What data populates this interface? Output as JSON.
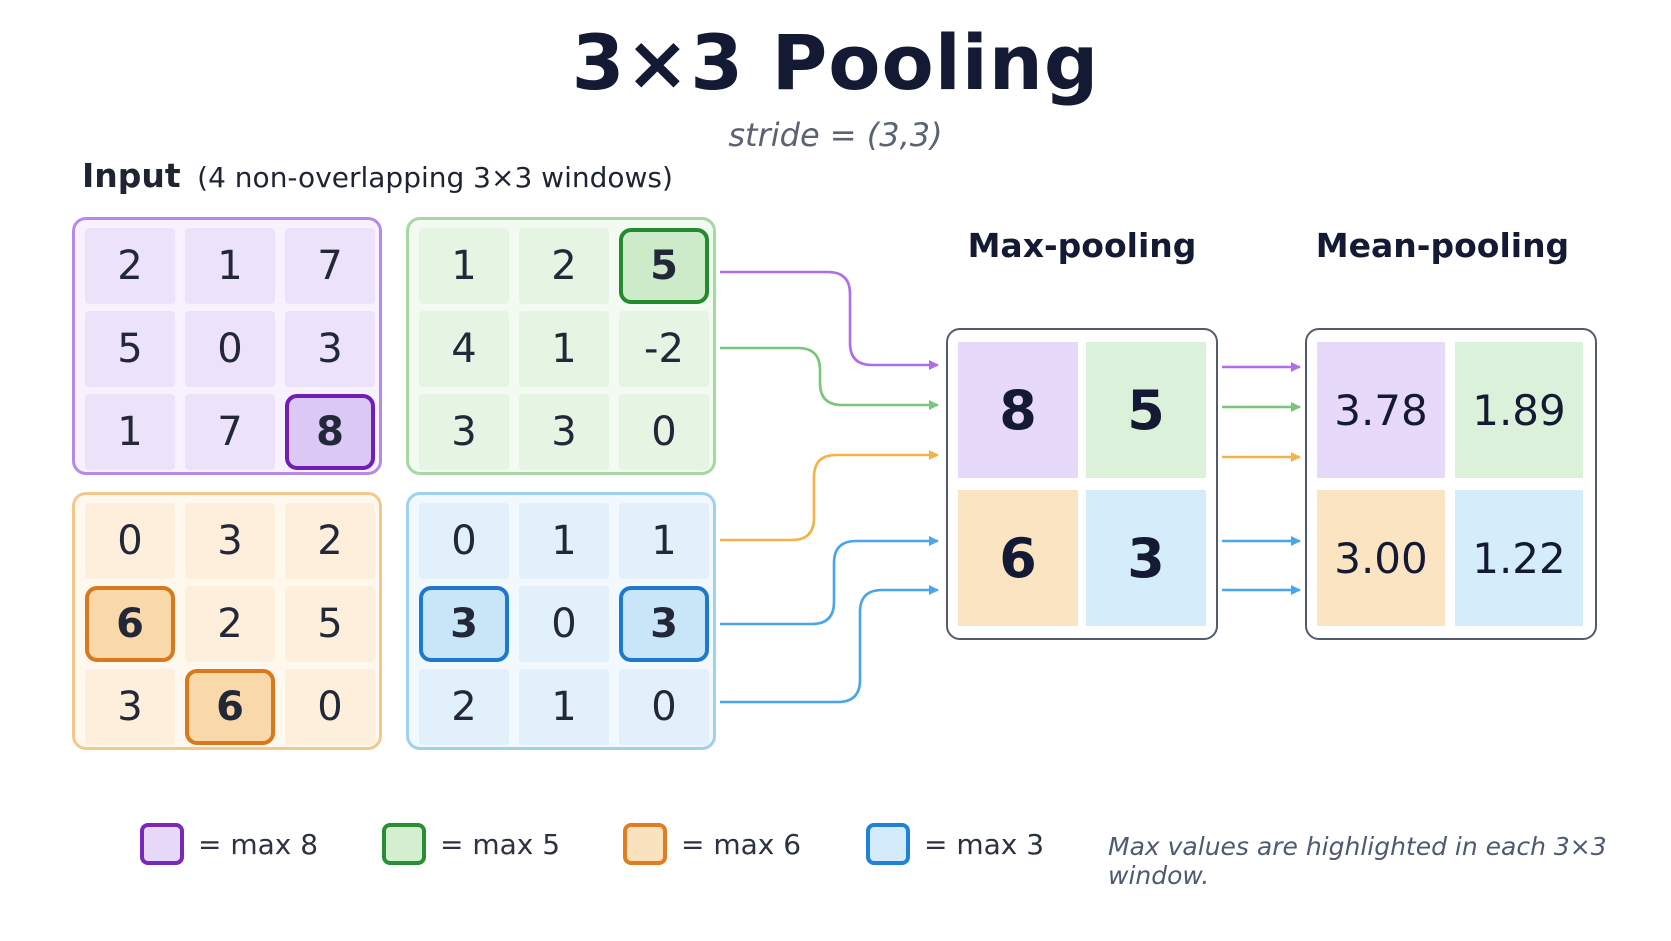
{
  "title": "3×3 Pooling",
  "subtitle": "stride = (3,3)",
  "input_heading": {
    "bold": "Input",
    "note": "(4 non-overlapping 3×3 windows)"
  },
  "windows": [
    {
      "id": "purple",
      "border": "#b68be8",
      "bg": "#f7f2fd",
      "cell": "#ece3fa",
      "hl_border": "#6f1fb3",
      "hl_bg": "#dcc8f5",
      "cells": [
        [
          "2",
          "1",
          "7"
        ],
        [
          "5",
          "0",
          "3"
        ],
        [
          "1",
          "7",
          "8"
        ]
      ],
      "highlights": [
        [
          2,
          2
        ]
      ]
    },
    {
      "id": "green",
      "border": "#a6d8a4",
      "bg": "#f3faf2",
      "cell": "#e6f4e4",
      "hl_border": "#238a2d",
      "hl_bg": "#cdebc9",
      "cells": [
        [
          "1",
          "2",
          "5"
        ],
        [
          "4",
          "1",
          "-2"
        ],
        [
          "3",
          "3",
          "0"
        ]
      ],
      "highlights": [
        [
          0,
          2
        ]
      ]
    },
    {
      "id": "orange",
      "border": "#f3c98b",
      "bg": "#fff8ee",
      "cell": "#fdefdb",
      "hl_border": "#d9781c",
      "hl_bg": "#f9d9aa",
      "cells": [
        [
          "0",
          "3",
          "2"
        ],
        [
          "6",
          "2",
          "5"
        ],
        [
          "3",
          "6",
          "0"
        ]
      ],
      "highlights": [
        [
          1,
          0
        ],
        [
          2,
          1
        ]
      ]
    },
    {
      "id": "blue",
      "border": "#9fd0f0",
      "bg": "#f1f8fe",
      "cell": "#e1f0fb",
      "hl_border": "#1f78cf",
      "hl_bg": "#c9e6f9",
      "cells": [
        [
          "0",
          "1",
          "1"
        ],
        [
          "3",
          "0",
          "3"
        ],
        [
          "2",
          "1",
          "0"
        ]
      ],
      "highlights": [
        [
          1,
          0
        ],
        [
          1,
          2
        ]
      ]
    }
  ],
  "max_pooling": {
    "label": "Max-pooling",
    "values": [
      "8",
      "5",
      "6",
      "3"
    ]
  },
  "mean_pooling": {
    "label": "Mean-pooling",
    "values": [
      "3.78",
      "1.89",
      "3.00",
      "1.22"
    ]
  },
  "out_colors": [
    "#e6d9f9",
    "#dcf1d9",
    "#fbe4c2",
    "#d5ecfa"
  ],
  "arrow_colors": {
    "purple": "#b06ee6",
    "green": "#79c57a",
    "orange": "#f3b24a",
    "blue": "#4aa6ea"
  },
  "legend": [
    {
      "text": "= max 8",
      "border": "#7a28b8",
      "fill": "#e6d9f9"
    },
    {
      "text": "= max 5",
      "border": "#2b8e34",
      "fill": "#d3efd0"
    },
    {
      "text": "= max 6",
      "border": "#e07d22",
      "fill": "#fbe2bf"
    },
    {
      "text": "= max 3",
      "border": "#1f82d6",
      "fill": "#d3ebfb"
    }
  ],
  "footnote": "Max values are highlighted in each 3×3 window."
}
